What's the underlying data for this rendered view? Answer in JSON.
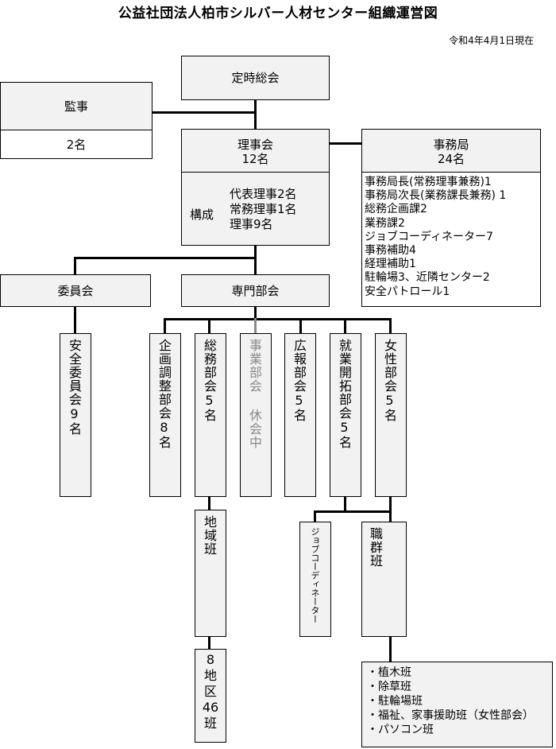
{
  "title": "公益社団法人柏市シルバー人材センター組織運営図",
  "date": "令和4年4月1日現在",
  "general_meeting": "定時総会",
  "auditor": {
    "label": "監事",
    "count": "2名"
  },
  "board": {
    "label": "理事会",
    "count": "12名",
    "composition_label": "構成",
    "members": [
      "代表理事2名",
      "常務理事1名",
      "理事9名"
    ]
  },
  "secretariat": {
    "label": "事務局",
    "count": "24名",
    "staff": [
      "事務局長(常務理事兼務)1",
      "事務局次長(業務課長兼務) 1",
      "総務企画課2",
      "業務課2",
      "ジョブコーディネーター7",
      "事務補助4",
      "経理補助1",
      "駐輪場3、近隣センター2",
      "安全パトロール1"
    ]
  },
  "committee": {
    "label": "委員会",
    "safety_committee": "安全委員会9名"
  },
  "specialized": {
    "label": "専門部会",
    "subcommittees": [
      {
        "label": "企画調整部会8名",
        "inactive": false
      },
      {
        "label": "総務部会5名",
        "inactive": false
      },
      {
        "label": "事業部会 休会中",
        "inactive": true
      },
      {
        "label": "広報部会5名",
        "inactive": false
      },
      {
        "label": "就業開拓部会5名",
        "inactive": false
      },
      {
        "label": "女性部会5名",
        "inactive": false
      }
    ]
  },
  "area_team": "地域班",
  "area_count": {
    "line1": "8",
    "line2": "地",
    "line3": "区",
    "line4": "46",
    "line5": "班"
  },
  "job_coordinator": "ジョブコーディネーター",
  "occupation_team": "職群班",
  "teams": [
    "・植木班",
    "・除草班",
    "・駐輪場班",
    "・福祉、家事援助班（女性部会）",
    "・パソコン班"
  ],
  "colors": {
    "box_fill": "#f2f2f2",
    "inactive_text": "#8a8a8a",
    "line": "#000000"
  }
}
